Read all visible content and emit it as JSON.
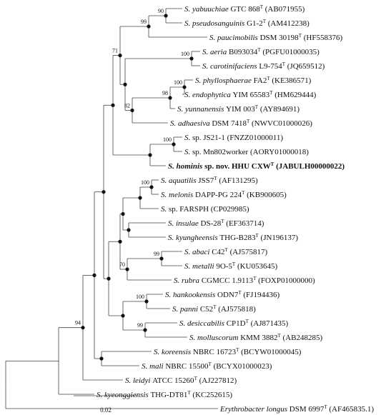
{
  "figure": {
    "scale_bar": {
      "label": "0.02"
    },
    "taxa": [
      {
        "genus": "S.",
        "species": "yabuuchiae",
        "strain": "GTC 868",
        "type": true,
        "accession": "(AB071955)"
      },
      {
        "genus": "S.",
        "species": "pseudosanguinis",
        "strain": "G1-2",
        "type": true,
        "accession": "(AM412238)"
      },
      {
        "genus": "S.",
        "species": "paucimobilis",
        "strain": "DSM 30198",
        "type": true,
        "accession": "(HF558376)"
      },
      {
        "genus": "S.",
        "species": "aeria",
        "strain": "B093034",
        "type": true,
        "accession": "(PGFU01000035)"
      },
      {
        "genus": "S.",
        "species": "carotinifaciens",
        "strain": "L9-754",
        "type": true,
        "accession": "(JQ659512)"
      },
      {
        "genus": "S.",
        "species": "phyllosphaerae",
        "strain": "FA2",
        "type": true,
        "accession": "(KE386571)"
      },
      {
        "genus": "S.",
        "species": "endophytica",
        "strain": "YIM 65583",
        "type": true,
        "accession": "(HM629444)"
      },
      {
        "genus": "S.",
        "species": "yunnanensis",
        "strain": "YIM 003",
        "type": true,
        "accession": "(AY894691)"
      },
      {
        "genus": "S.",
        "species": "adhaesiva",
        "strain": "DSM 7418",
        "type": true,
        "accession": "(NWVC01000026)"
      },
      {
        "genus": "S.",
        "species": "",
        "strain": "sp. JS21-1",
        "type": false,
        "accession": "(FNZZ01000011)"
      },
      {
        "genus": "S.",
        "species": "",
        "strain": "sp. Mn802worker",
        "type": false,
        "accession": "(AORY01000018)"
      },
      {
        "genus": "S.",
        "species": "hominis",
        "strain": "sp. nov. HHU CXW",
        "type": true,
        "accession": "(JABULH00000022)",
        "highlight": true
      },
      {
        "genus": "S.",
        "species": "aquatilis",
        "strain": "JSS7",
        "type": true,
        "accession": "(AF131295)"
      },
      {
        "genus": "S.",
        "species": "melonis",
        "strain": "DAPP-PG 224",
        "type": true,
        "accession": "(KB900605)"
      },
      {
        "genus": "S.",
        "species": "",
        "strain": "sp. FARSPH",
        "type": false,
        "accession": "(CP029985)"
      },
      {
        "genus": "S.",
        "species": "insulae",
        "strain": "DS-28",
        "type": true,
        "accession": "(EF363714)"
      },
      {
        "genus": "S.",
        "species": "kyungheensis",
        "strain": "THG-B283",
        "type": true,
        "accession": "(JN196137)"
      },
      {
        "genus": "S.",
        "species": "abaci",
        "strain": "C42",
        "type": true,
        "accession": "(AJ575817)"
      },
      {
        "genus": "S.",
        "species": "metalli",
        "strain": "9O-5",
        "type": true,
        "accession": "(KU053645)"
      },
      {
        "genus": "S.",
        "species": "rubra",
        "strain": "CGMCC 1.9113",
        "type": true,
        "accession": "(FOXP01000000)"
      },
      {
        "genus": "S.",
        "species": "hankookensis",
        "strain": "ODN7",
        "type": true,
        "accession": "(FJ194436)"
      },
      {
        "genus": "S.",
        "species": "panni",
        "strain": "C52",
        "type": true,
        "accession": "(AJ575818)"
      },
      {
        "genus": "S.",
        "species": "desiccabilis",
        "strain": "CP1D",
        "type": true,
        "accession": "(AJ871435)"
      },
      {
        "genus": "S.",
        "species": "molluscorum",
        "strain": "KMM 3882",
        "type": true,
        "accession": "(AB248285)"
      },
      {
        "genus": "S.",
        "species": "koreensis",
        "strain": "NBRC 16723",
        "type": true,
        "accession": "(BCYW01000045)"
      },
      {
        "genus": "S.",
        "species": "mali",
        "strain": "NBRC 15500",
        "type": true,
        "accession": "(BCYX01000023)"
      },
      {
        "genus": "S.",
        "species": "leidyi",
        "strain": "ATCC 15260",
        "type": true,
        "accession": "(AJ227812)"
      },
      {
        "genus": "S.",
        "species": "kyeonggiensis",
        "strain": "THG-DT81",
        "type": true,
        "accession": "(KC252615)"
      },
      {
        "genus": "Erythrobacter",
        "species": "longus",
        "strain": "DSM 6997",
        "type": true,
        "accession": "(AF465835.1)"
      }
    ],
    "bootstrap_values": [
      "90",
      "99",
      "71",
      "100",
      "100",
      "98",
      "82",
      "100",
      "100",
      "99",
      "70",
      "100",
      "99",
      "94"
    ]
  }
}
